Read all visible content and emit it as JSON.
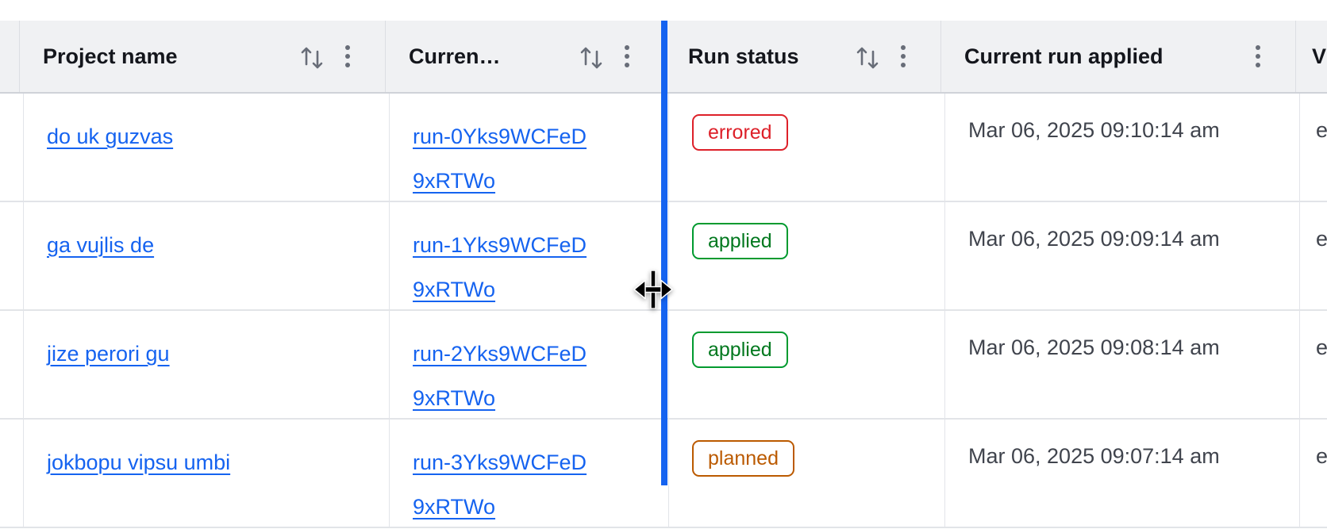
{
  "header": {
    "columns": [
      {
        "key": "edge",
        "label": ""
      },
      {
        "key": "project_name",
        "label": "Project name",
        "sortable": true,
        "has_menu": true
      },
      {
        "key": "current_run",
        "label": "Curren…",
        "sortable": true,
        "has_menu": true
      },
      {
        "key": "run_status",
        "label": "Run status",
        "sortable": true,
        "has_menu": true
      },
      {
        "key": "current_run_applied",
        "label": "Current run applied",
        "sortable": false,
        "has_menu": true
      },
      {
        "key": "overflow",
        "label": "V",
        "sortable": false,
        "has_menu": false
      }
    ]
  },
  "rows": [
    {
      "project_name": "do uk guzvas",
      "current_run": "run-0Yks9WCFeD9xRTWo",
      "run_status": "errored",
      "current_run_applied": "Mar 06, 2025 09:10:14 am",
      "overflow_text": "e"
    },
    {
      "project_name": "ga vujlis de",
      "current_run": "run-1Yks9WCFeD9xRTWo",
      "run_status": "applied",
      "current_run_applied": "Mar 06, 2025 09:09:14 am",
      "overflow_text": "e"
    },
    {
      "project_name": "jize perori gu",
      "current_run": "run-2Yks9WCFeD9xRTWo",
      "run_status": "applied",
      "current_run_applied": "Mar 06, 2025 09:08:14 am",
      "overflow_text": "e"
    },
    {
      "project_name": "jokbopu vipsu umbi",
      "current_run": "run-3Yks9WCFeD9xRTWo",
      "run_status": "planned",
      "current_run_applied": "Mar 06, 2025 09:07:14 am",
      "overflow_text": "e"
    }
  ],
  "badge_colors": {
    "errored": {
      "text": "#dd2029",
      "border": "#dd2029"
    },
    "applied": {
      "text": "#00781e",
      "border": "#009a2f"
    },
    "planned": {
      "text": "#bb5a00",
      "border": "#bb5a00"
    }
  },
  "colors": {
    "link": "#1563f0",
    "resize_line": "#1563f0",
    "header_bg": "#f0f1f3",
    "date_text": "#40444d"
  }
}
